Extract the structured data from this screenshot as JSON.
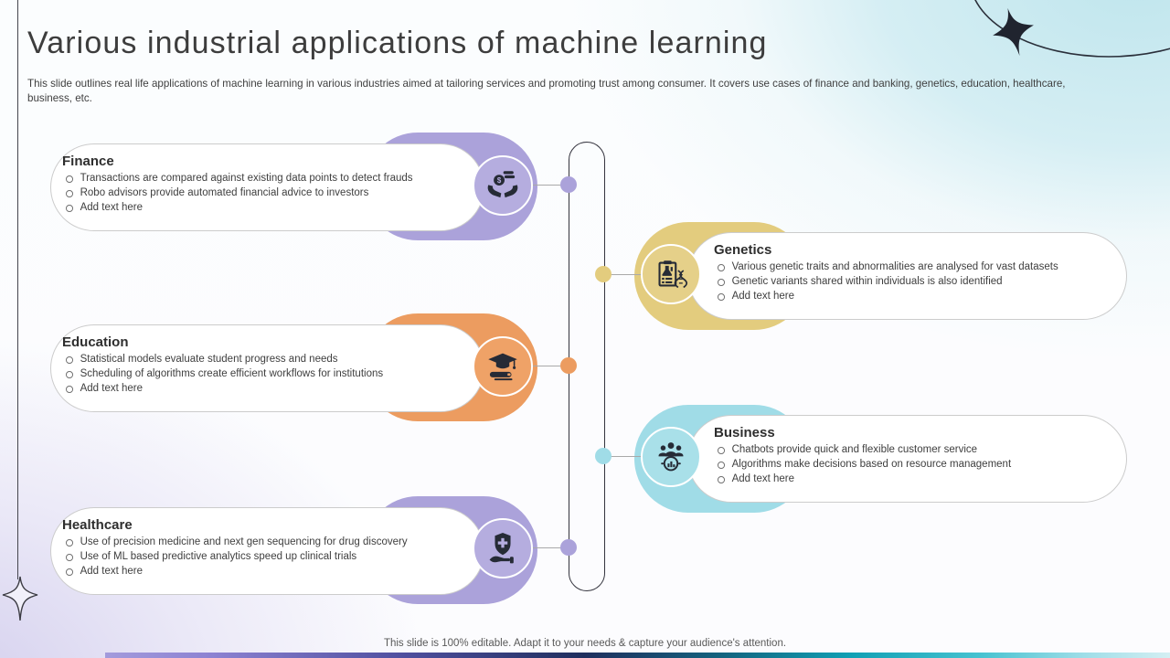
{
  "slide": {
    "title": "Various industrial applications of machine learning",
    "subtitle": "This slide outlines real life applications of machine learning in various industries aimed at tailoring services and promoting trust among consumer. It covers use cases of finance and banking, genetics, education, healthcare, business, etc.",
    "footer": "This slide is 100% editable. Adapt it to your needs & capture your audience's attention."
  },
  "sections": [
    {
      "title": "Finance",
      "side": "left",
      "color": "#aba2da",
      "circle_color": "#b5addf",
      "icon": "hands-coins-icon",
      "bullets": [
        "Transactions are compared against existing data points to detect frauds",
        "Robo advisors provide automated financial advice to investors",
        "Add text here"
      ]
    },
    {
      "title": "Genetics",
      "side": "right",
      "color": "#e3cc7e",
      "circle_color": "#e5d089",
      "icon": "clipboard-dna-icon",
      "bullets": [
        "Various genetic traits and abnormalities are analysed for vast datasets",
        "Genetic variants shared within individuals is also identified",
        "Add text here"
      ]
    },
    {
      "title": "Education",
      "side": "left",
      "color": "#ec9c60",
      "circle_color": "#efa267",
      "icon": "graduation-books-icon",
      "bullets": [
        "Statistical models evaluate student progress and needs",
        "Scheduling of algorithms create efficient workflows for institutions",
        "Add text here"
      ]
    },
    {
      "title": "Business",
      "side": "right",
      "color": "#a0dce7",
      "circle_color": "#a9e0e9",
      "icon": "team-analytics-icon",
      "bullets": [
        "Chatbots provide quick and flexible customer service",
        "Algorithms make decisions based on resource management",
        "Add text here"
      ]
    },
    {
      "title": "Healthcare",
      "side": "left",
      "color": "#aba2da",
      "circle_color": "#b5addf",
      "icon": "shield-hand-icon",
      "bullets": [
        "Use of precision medicine and next gen sequencing for drug discovery",
        "Use of ML based predictive analytics speed up clinical trials",
        "Add text here"
      ]
    }
  ],
  "decor": {
    "bottom_bar_colors": [
      "#a39bdc",
      "#1f2f5e",
      "#10a0b4",
      "#d4eff3"
    ],
    "spine_color": "#34343e",
    "icon_glyph_color": "#262b36"
  }
}
